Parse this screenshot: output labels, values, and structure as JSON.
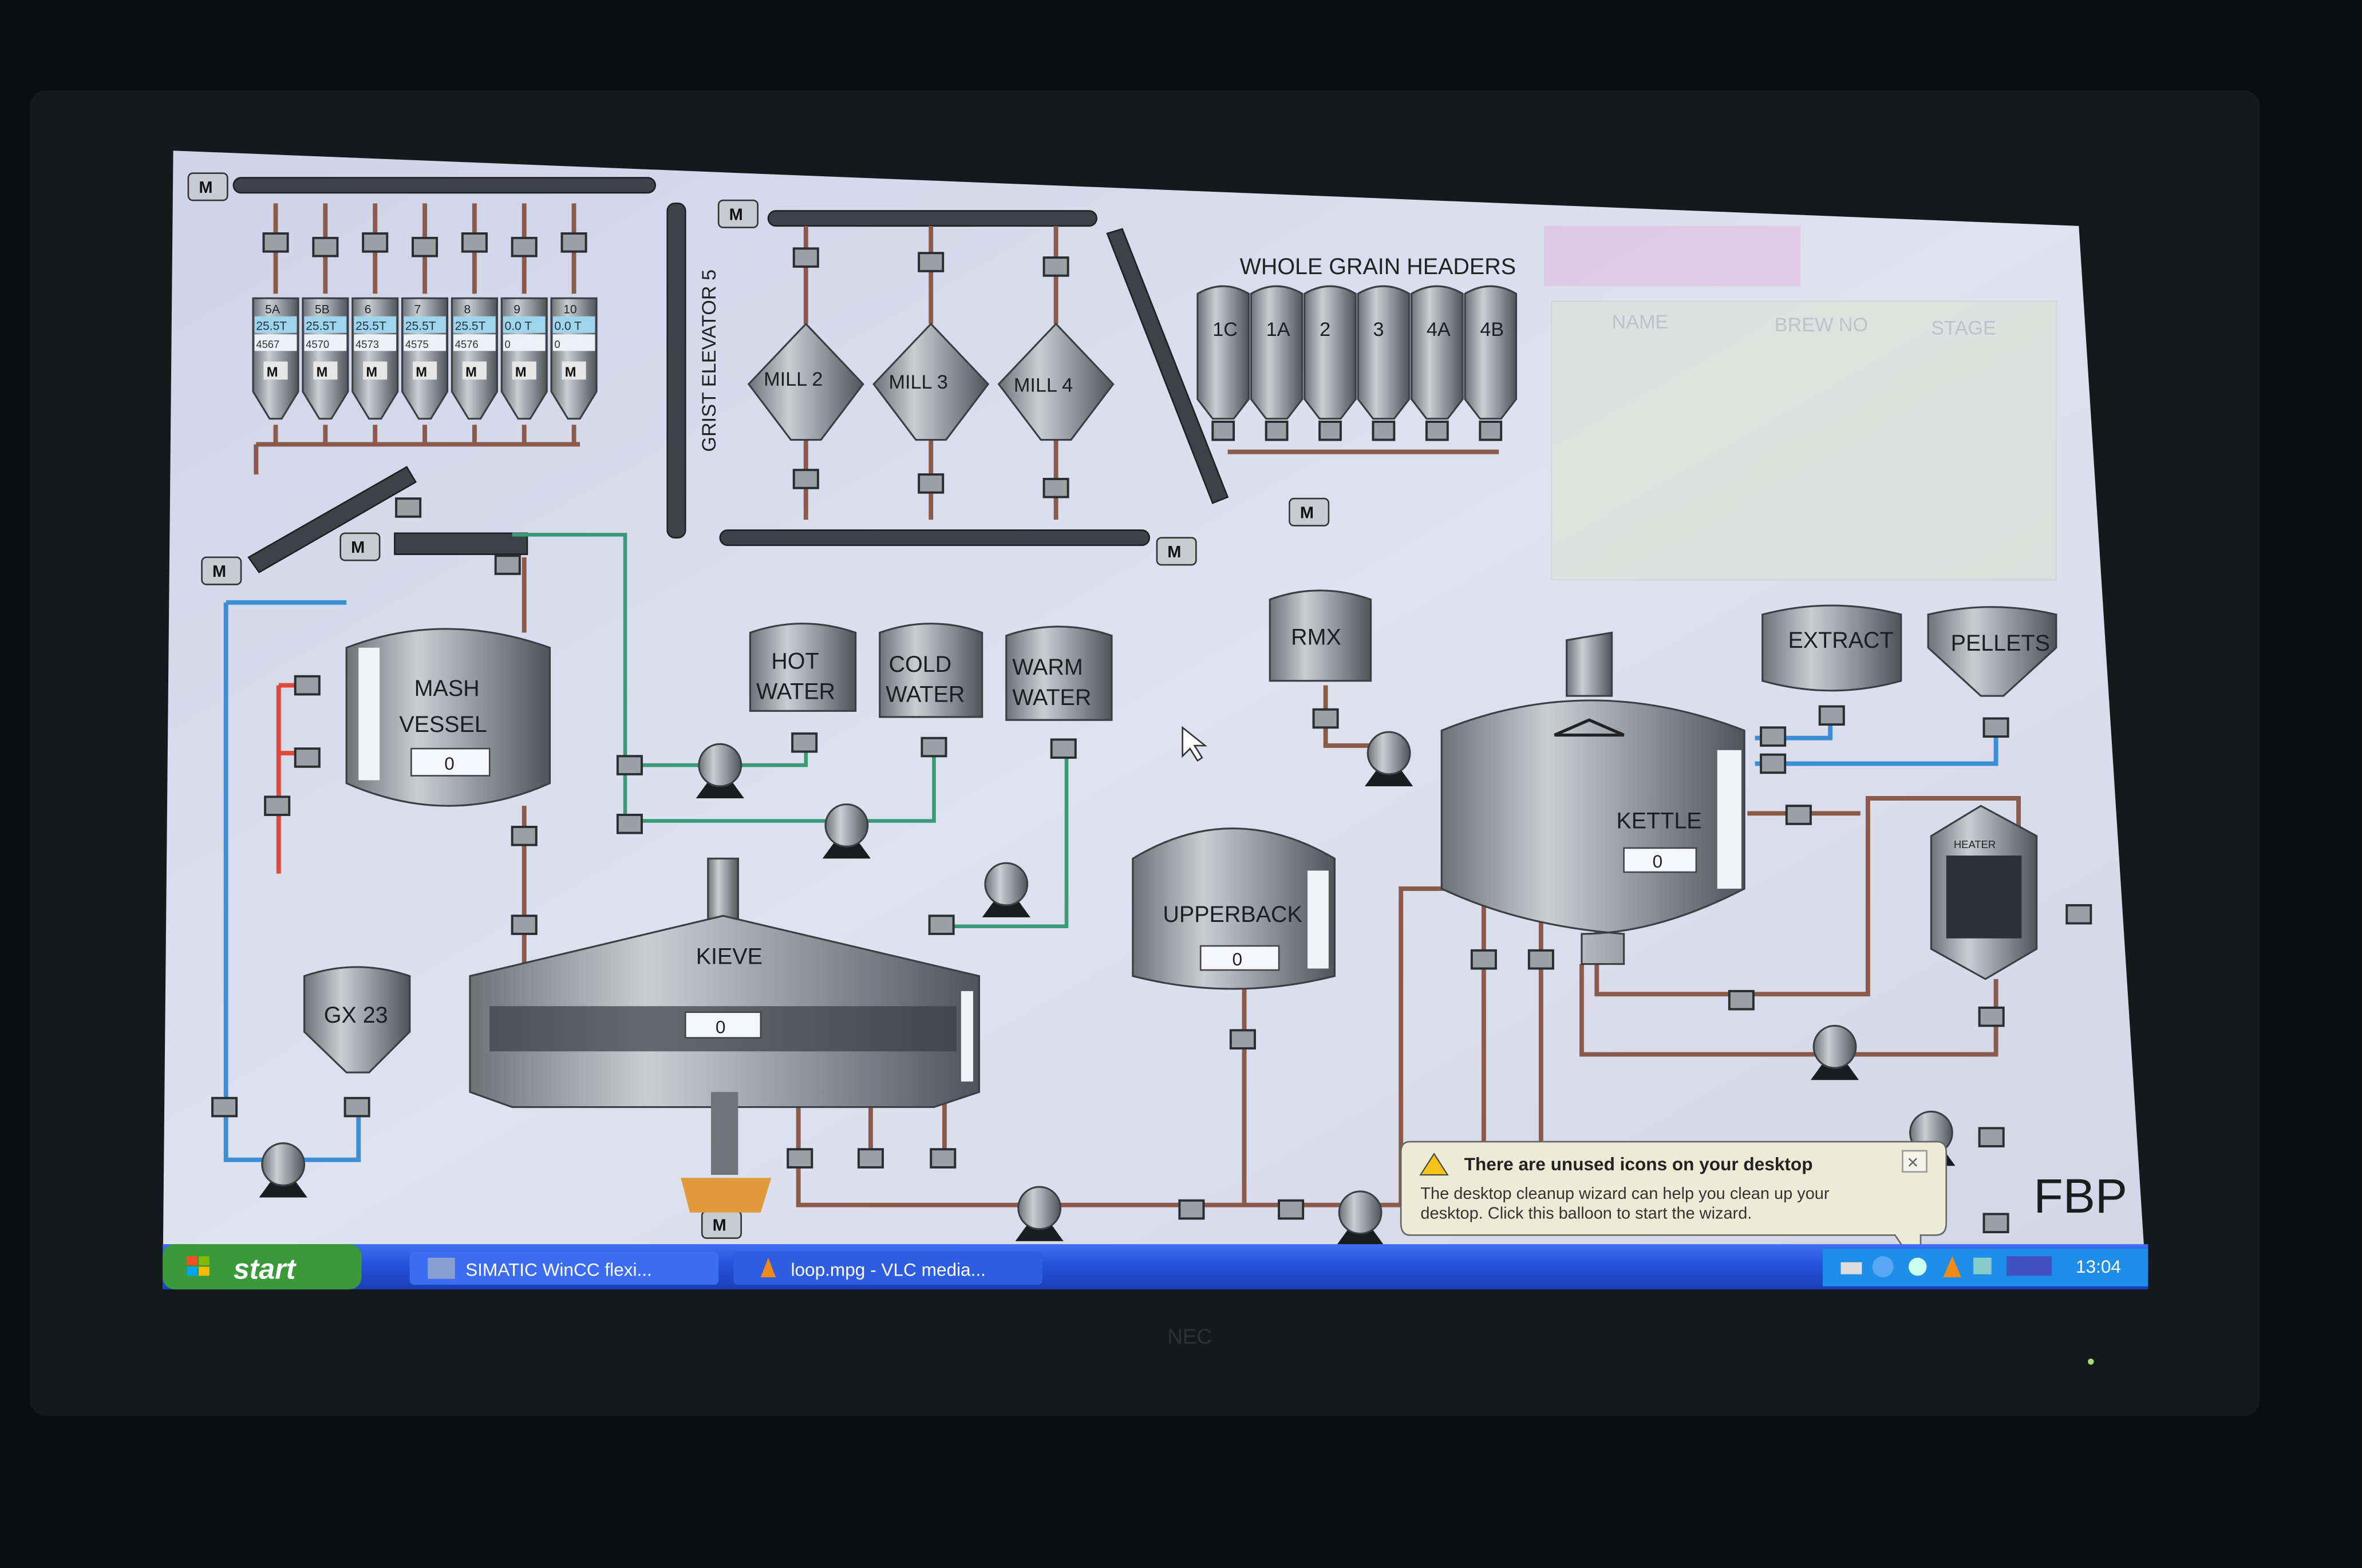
{
  "hmi": {
    "grist_elevator": "GRIST ELEVATOR 5",
    "whole_grain_title": "WHOLE GRAIN HEADERS",
    "motor_label": "M",
    "silos": [
      {
        "id": "5A",
        "tonnage": "25.5T",
        "count": "4567"
      },
      {
        "id": "5B",
        "tonnage": "25.5T",
        "count": "4570"
      },
      {
        "id": "6",
        "tonnage": "25.5T",
        "count": "4573"
      },
      {
        "id": "7",
        "tonnage": "25.5T",
        "count": "4575"
      },
      {
        "id": "8",
        "tonnage": "25.5T",
        "count": "4576"
      },
      {
        "id": "9",
        "tonnage": "0.0 T",
        "count": "0"
      },
      {
        "id": "10",
        "tonnage": "0.0 T",
        "count": "0"
      }
    ],
    "mills": [
      "MILL 2",
      "MILL 3",
      "MILL 4"
    ],
    "headers": [
      "1C",
      "1A",
      "2",
      "3",
      "4A",
      "4B"
    ],
    "mash_vessel": {
      "line1": "MASH",
      "line2": "VESSEL",
      "value": "0"
    },
    "hot_water": {
      "line1": "HOT",
      "line2": "WATER"
    },
    "cold_water": {
      "line1": "COLD",
      "line2": "WATER"
    },
    "warm_water": {
      "line1": "WARM",
      "line2": "WATER"
    },
    "rmx": "RMX",
    "extract": "EXTRACT",
    "pellets": "PELLETS",
    "heater": "HEATER",
    "kettle": {
      "label": "KETTLE",
      "value": "0"
    },
    "upperback": {
      "label": "UPPERBACK",
      "value": "0"
    },
    "kieve": {
      "label": "KIEVE",
      "value": "0"
    },
    "gx": "GX 23",
    "fbp": "FBP",
    "brew_table": {
      "headers": [
        "NAME",
        "BREW NO",
        "STAGE"
      ]
    }
  },
  "balloon": {
    "title": "There are unused icons on your desktop",
    "line1": "The desktop cleanup wizard can help you clean up your",
    "line2": "desktop. Click this balloon to start the wizard.",
    "close": "×"
  },
  "taskbar": {
    "start": "start",
    "tasks": [
      "SIMATIC WinCC flexi...",
      "loop.mpg - VLC media..."
    ],
    "clock": "13:04"
  },
  "monitor": {
    "brand": "NEC"
  },
  "colors": {
    "taskbar": "#2450d8",
    "start": "#3a9a3a",
    "screen": "#d9dcec",
    "pipe": "#8a5a4a",
    "water": "#3b8fd6"
  }
}
